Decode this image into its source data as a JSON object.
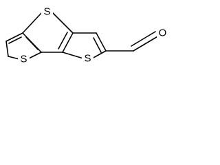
{
  "molecule": {
    "atoms": {
      "s_top": "S",
      "s_bottom_left": "S",
      "s_bottom_mid": "S",
      "o_aldehyde": "O"
    }
  },
  "colors": {
    "bond": "#000000",
    "label": "#000000",
    "background": "#ffffff"
  }
}
